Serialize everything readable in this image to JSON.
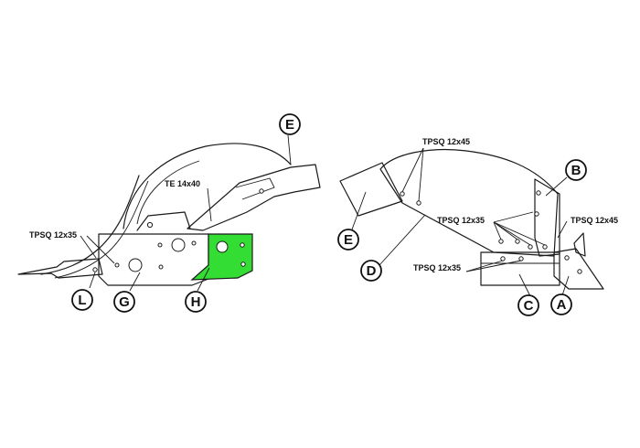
{
  "colors": {
    "highlight": "#33dd33",
    "line": "#1a1a1a",
    "background": "#ffffff"
  },
  "part_labels": {
    "left_E": "E",
    "left_L": "L",
    "left_G": "G",
    "left_H": "H",
    "right_B": "B",
    "right_E": "E",
    "right_D": "D",
    "right_C": "C",
    "right_A": "A"
  },
  "fastener_labels": {
    "te_14x40": "TE 14x40",
    "tpsq_12x35_left": "TPSQ 12x35",
    "tpsq_12x45_top": "TPSQ 12x45",
    "tpsq_12x35_mid": "TPSQ 12x35",
    "tpsq_12x45_right": "TPSQ 12x45",
    "tpsq_12x35_bottom": "TPSQ 12x35"
  }
}
